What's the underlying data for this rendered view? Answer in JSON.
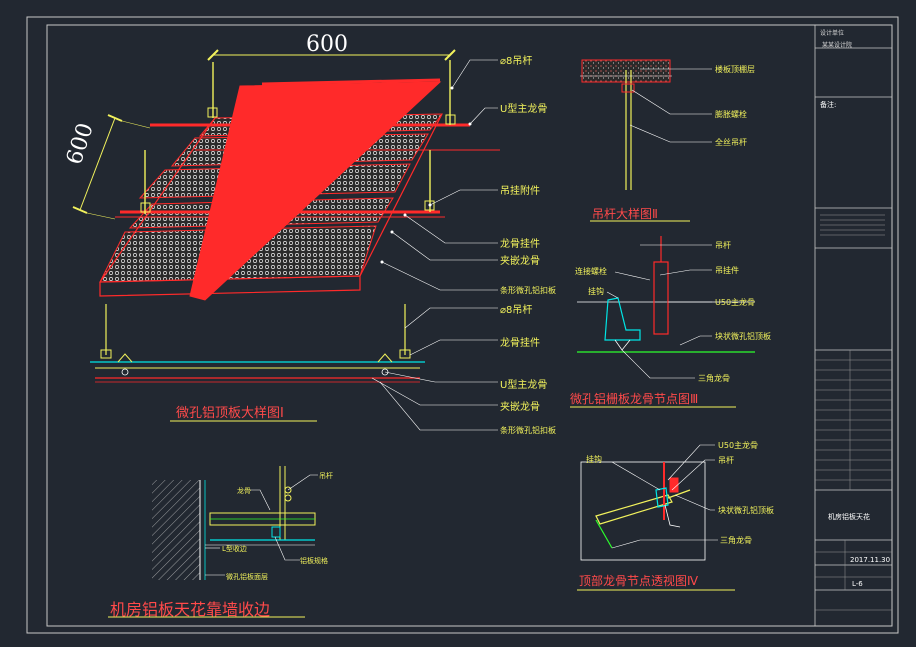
{
  "drawing": {
    "dim_width": "600",
    "dim_depth": "600",
    "titles": {
      "fig1": "微孔铝顶板大样图Ⅰ",
      "fig2": "吊杆大样图Ⅱ",
      "fig3": "微孔铝栅板龙骨节点图Ⅲ",
      "fig4": "顶部龙骨节点透视图Ⅳ",
      "fig5": "机房铝板天花靠墙收边"
    },
    "fig1_labels": {
      "rod": "⌀8吊杆",
      "u_main": "U型主龙骨",
      "hanger_acc": "吊挂附件",
      "keel_hanger": "龙骨挂件",
      "clip_keel": "夹嵌龙骨",
      "strip_panel": "条形微孔铝扣板"
    },
    "fig1_section_labels": {
      "rod": "⌀8吊杆",
      "keel_hanger": "龙骨挂件",
      "u_main": "U型主龙骨",
      "clip_keel": "夹嵌龙骨",
      "strip_panel": "条形微孔铝扣板"
    },
    "fig2_labels": {
      "slab": "楼板顶棚层",
      "bolt": "膨胀螺栓",
      "threaded_rod": "全丝吊杆"
    },
    "fig3_labels": {
      "rod": "吊杆",
      "hanger": "吊挂件",
      "connector": "连接螺栓",
      "hook": "挂钩",
      "u50": "U50主龙骨",
      "panel": "块状微孔铝顶板",
      "tri_keel": "三角龙骨"
    },
    "fig4_labels": {
      "hook": "挂钩",
      "u50": "U50主龙骨",
      "rod": "吊杆",
      "panel": "块状微孔铝顶板",
      "tri_keel": "三角龙骨"
    },
    "fig5_labels": {
      "rod": "吊杆",
      "keel": "龙骨",
      "l_edge": "L型收边",
      "panel_spec": "铝板规格",
      "panel_note": "微孔铝板面层"
    }
  },
  "title_block": {
    "designer_title": "设计单位",
    "company": "某某设计院",
    "project_note": "备注:",
    "drawing_name": "机房铝板天花",
    "date": "2017.11.30",
    "sheet_no": "L-6"
  },
  "colors": {
    "background": "#222831",
    "frame": "#c8c8c8",
    "red": "#ff2a2a",
    "yellow": "#f2f25c",
    "cyan": "#00e5e5",
    "green": "#2cff2c"
  }
}
